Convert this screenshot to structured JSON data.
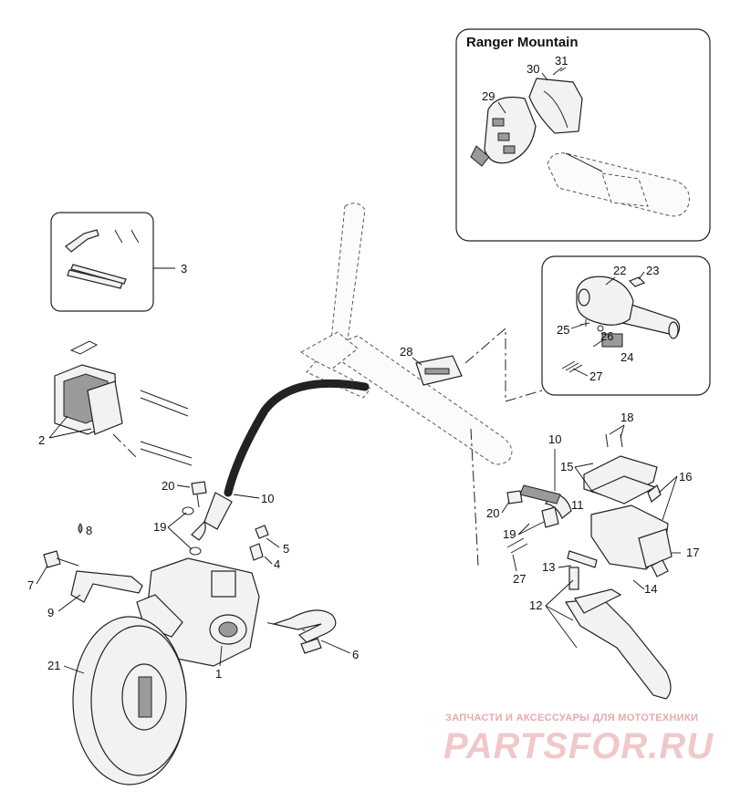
{
  "inset_title": "Ranger Mountain",
  "callouts": [
    "1",
    "2",
    "3",
    "4",
    "5",
    "6",
    "7",
    "8",
    "9",
    "10",
    "11",
    "12",
    "13",
    "14",
    "15",
    "16",
    "17",
    "18",
    "19",
    "20",
    "21",
    "22",
    "23",
    "24",
    "25",
    "26",
    "27",
    "28",
    "29",
    "30",
    "31"
  ],
  "watermark": {
    "line1": "ЗАПЧАСТИ И АКСЕССУАРЫ ДЛЯ МОТОТЕХНИКИ",
    "logo": "PARTSFOR.RU"
  },
  "colors": {
    "line": "#222222",
    "watermark": "#e7a9ad"
  }
}
